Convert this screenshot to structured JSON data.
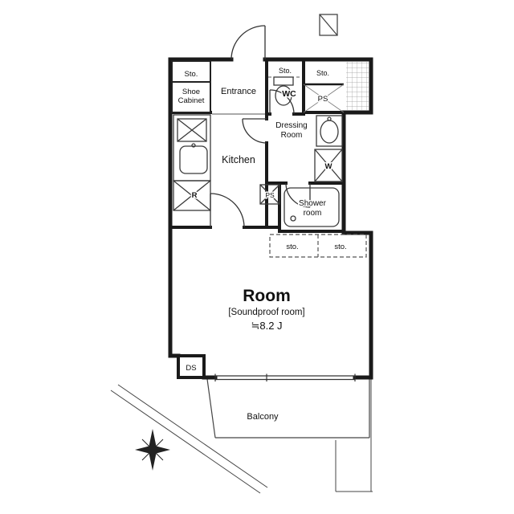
{
  "floorplan": {
    "labels": {
      "sto_entrance": "Sto.",
      "shoe_cabinet_line1": "Shoe",
      "shoe_cabinet_line2": "Cabinet",
      "entrance": "Entrance",
      "sto_wc": "Sto.",
      "wc": "WC",
      "sto_shaft": "Sto.",
      "ps_top": "PS",
      "dressing_line1": "Dressing",
      "dressing_line2": "Room",
      "kitchen": "Kitchen",
      "washer": "W",
      "fridge": "R",
      "ps_mid": "PS",
      "shower_line1": "Shower",
      "shower_line2": "room",
      "closet_left": "sto.",
      "closet_right": "sto.",
      "room": "Room",
      "room_type": "[Soundproof room]",
      "room_size": "≒8.2 J",
      "ds": "DS",
      "balcony": "Balcony"
    },
    "colors": {
      "wall": "#1a1a1a",
      "fixture_line": "#3a3a3a",
      "text": "#111111",
      "background": "#ffffff"
    }
  }
}
